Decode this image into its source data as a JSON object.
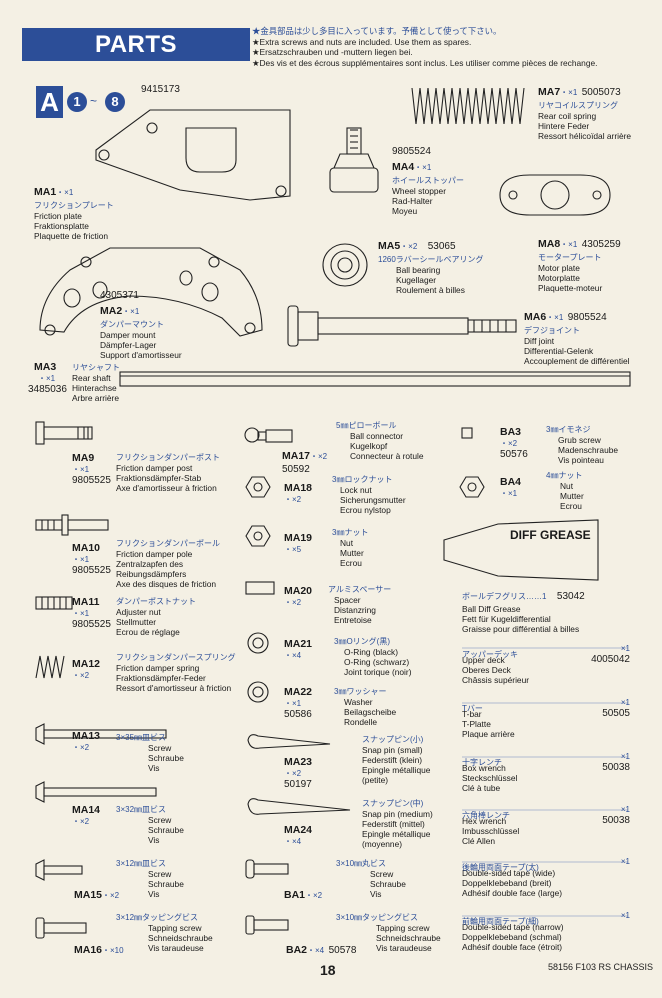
{
  "header": {
    "title": "PARTS",
    "note_jp": "★金具部品は少し多目に入っています。予備として使って下さい。",
    "note_en": "★Extra screws and nuts are included. Use them as spares.",
    "note_de": "★Ersatzschrauben und -muttern liegen bei.",
    "note_fr": "★Des vis et des écrous supplémentaires sont inclus. Les utiliser comme pièces de rechange."
  },
  "section": {
    "letter": "A",
    "step_from": "1",
    "step_sep": "~",
    "step_to": "8"
  },
  "parts": {
    "MA1": {
      "id": "MA1",
      "qty": "・×1",
      "code": "9415173",
      "jp": "フリクションプレート",
      "en": "Friction plate",
      "de": "Fraktionsplatte",
      "fr": "Plaquette de friction"
    },
    "MA2": {
      "id": "MA2",
      "qty": "・×1",
      "code": "4305371",
      "jp": "ダンパーマウント",
      "en": "Damper mount",
      "de": "Dämpfer-Lager",
      "fr": "Support d'amortisseur"
    },
    "MA3": {
      "id": "MA3",
      "qty": "・×1",
      "code": "3485036",
      "jp": "リヤシャフト",
      "en": "Rear shaft",
      "de": "Hinterachse",
      "fr": "Arbre arrière"
    },
    "MA4": {
      "id": "MA4",
      "qty": "・×1",
      "code": "9805524",
      "jp": "ホイールストッパー",
      "en": "Wheel stopper",
      "de": "Rad-Halter",
      "fr": "Moyeu"
    },
    "MA5": {
      "id": "MA5",
      "qty": "・×2",
      "code": "53065",
      "jp": "1260ラバーシールベアリング",
      "en": "Ball bearing",
      "de": "Kugellager",
      "fr": "Roulement à billes"
    },
    "MA6": {
      "id": "MA6",
      "qty": "・×1",
      "code": "9805524",
      "jp": "デフジョイント",
      "en": "Diff joint",
      "de": "Differential-Gelenk",
      "fr": "Accouplement de différentiel"
    },
    "MA7": {
      "id": "MA7",
      "qty": "・×1",
      "code": "5005073",
      "jp": "リヤコイルスプリング",
      "en": "Rear coil spring",
      "de": "Hintere Feder",
      "fr": "Ressort hélicoïdal arrière"
    },
    "MA8": {
      "id": "MA8",
      "qty": "・×1",
      "code": "4305259",
      "jp": "モータープレート",
      "en": "Motor plate",
      "de": "Motorplatte",
      "fr": "Plaquette-moteur"
    },
    "MA9": {
      "id": "MA9",
      "qty": "・×1",
      "code": "9805525",
      "jp": "フリクションダンパーポスト",
      "en": "Friction damper post",
      "de": "Fraktionsdämpfer-Stab",
      "fr": "Axe d'amortisseur à friction"
    },
    "MA10": {
      "id": "MA10",
      "qty": "・×1",
      "code": "9805525",
      "jp": "フリクションダンパーポール",
      "en": "Friction damper pole",
      "de": "Zentralzapfen des",
      "de2": "Reibungsdämpfers",
      "fr": "Axe des disques de friction"
    },
    "MA11": {
      "id": "MA11",
      "qty": "・×1",
      "code": "9805525",
      "jp": "ダンパーポストナット",
      "en": "Adjuster nut",
      "de": "Stellmutter",
      "fr": "Ecrou de réglage"
    },
    "MA12": {
      "id": "MA12",
      "qty": "・×2",
      "jp": "フリクションダンパースプリング",
      "en": "Friction damper spring",
      "de": "Fraktionsdämpfer-Feder",
      "fr": "Ressort d'amortisseur à friction"
    },
    "MA13": {
      "id": "MA13",
      "qty": "・×2",
      "jp": "3×35㎜皿ビス",
      "en": "Screw",
      "de": "Schraube",
      "fr": "Vis"
    },
    "MA14": {
      "id": "MA14",
      "qty": "・×2",
      "jp": "3×32㎜皿ビス",
      "en": "Screw",
      "de": "Schraube",
      "fr": "Vis"
    },
    "MA15": {
      "id": "MA15",
      "qty": "・×2",
      "jp": "3×12㎜皿ビス",
      "en": "Screw",
      "de": "Schraube",
      "fr": "Vis"
    },
    "MA16": {
      "id": "MA16",
      "qty": "・×10",
      "jp": "3×12㎜タッピングビス",
      "en": "Tapping screw",
      "de": "Schneidschraube",
      "fr": "Vis taraudeuse"
    },
    "MA17": {
      "id": "MA17",
      "qty": "・×2",
      "code": "50592",
      "jp": "5㎜ピローボール",
      "en": "Ball connector",
      "de": "Kugelkopf",
      "fr": "Connecteur à rotule"
    },
    "MA18": {
      "id": "MA18",
      "qty": "・×2",
      "jp": "3㎜ロックナット",
      "en": "Lock nut",
      "de": "Sicherungsmutter",
      "fr": "Ecrou nylstop"
    },
    "MA19": {
      "id": "MA19",
      "qty": "・×5",
      "jp": "3㎜ナット",
      "en": "Nut",
      "de": "Mutter",
      "fr": "Ecrou"
    },
    "MA20": {
      "id": "MA20",
      "qty": "・×2",
      "jp": "アルミスペーサー",
      "en": "Spacer",
      "de": "Distanzring",
      "fr": "Entretoise"
    },
    "MA21": {
      "id": "MA21",
      "qty": "・×4",
      "jp": "3㎜Oリング(黒)",
      "en": "O-Ring (black)",
      "de": "O-Ring (schwarz)",
      "fr": "Joint torique (noir)"
    },
    "MA22": {
      "id": "MA22",
      "qty": "・×1",
      "code": "50586",
      "jp": "3㎜ワッシャー",
      "en": "Washer",
      "de": "Beilagscheibe",
      "fr": "Rondelle"
    },
    "MA23": {
      "id": "MA23",
      "qty": "・×2",
      "code": "50197",
      "jp": "スナップピン(小)",
      "en": "Snap pin (small)",
      "de": "Federstift (klein)",
      "fr": "Epingle métallique",
      "fr2": "(petite)"
    },
    "MA24": {
      "id": "MA24",
      "qty": "・×4",
      "jp": "スナップピン(中)",
      "en": "Snap pin (medium)",
      "de": "Federstift (mittel)",
      "fr": "Epingle métallique",
      "fr2": "(moyenne)"
    },
    "BA1": {
      "id": "BA1",
      "qty": "・×2",
      "jp": "3×10㎜丸ビス",
      "en": "Screw",
      "de": "Schraube",
      "fr": "Vis"
    },
    "BA2": {
      "id": "BA2",
      "qty": "・×4",
      "code": "50578",
      "jp": "3×10㎜タッピングビス",
      "en": "Tapping screw",
      "de": "Schneidschraube",
      "fr": "Vis taraudeuse"
    },
    "BA3": {
      "id": "BA3",
      "qty": "・×2",
      "code": "50576",
      "jp": "3㎜イモネジ",
      "en": "Grub screw",
      "de": "Madenschraube",
      "fr": "Vis pointeau"
    },
    "BA4": {
      "id": "BA4",
      "qty": "・×1",
      "jp": "4㎜ナット",
      "en": "Nut",
      "de": "Mutter",
      "fr": "Ecrou"
    }
  },
  "grease": {
    "label": "DIFF GREASE",
    "jp": "ボールデフグリス……1",
    "code": "53042",
    "en": "Ball Diff Grease",
    "de": "Fett für Kugeldifferential",
    "fr": "Graisse pour différential à billes"
  },
  "extras": [
    {
      "jp": "アッパーデッキ",
      "qty": "×1",
      "code": "4005042",
      "en": "Upper deck",
      "de": "Oberes Deck",
      "fr": "Châssis supérieur"
    },
    {
      "jp": "Tバー",
      "qty": "×1",
      "code": "50505",
      "en": "T-bar",
      "de": "T-Platte",
      "fr": "Plaque arrière"
    },
    {
      "jp": "十字レンチ",
      "qty": "×1",
      "code": "50038",
      "en": "Box wrench",
      "de": "Steckschlüssel",
      "fr": "Clé à tube"
    },
    {
      "jp": "六角棒レンチ",
      "qty": "×1",
      "code": "50038",
      "en": "Hex wrench",
      "de": "Imbusschlüssel",
      "fr": "Clé Allen"
    },
    {
      "jp": "後輪用両面テープ(太)",
      "qty": "×1",
      "code": "",
      "en": "Double-sided tape (wide)",
      "de": "Doppelklebeband (breit)",
      "fr": "Adhésif double face (large)"
    },
    {
      "jp": "前輪用両面テープ(細)",
      "qty": "×1",
      "code": "",
      "en": "Double-sided tape (narrow)",
      "de": "Doppelklebeband (schmal)",
      "fr": "Adhésif double face (étroit)"
    }
  ],
  "footer": {
    "page": "18",
    "model": "58156 F103 RS CHASSIS"
  }
}
